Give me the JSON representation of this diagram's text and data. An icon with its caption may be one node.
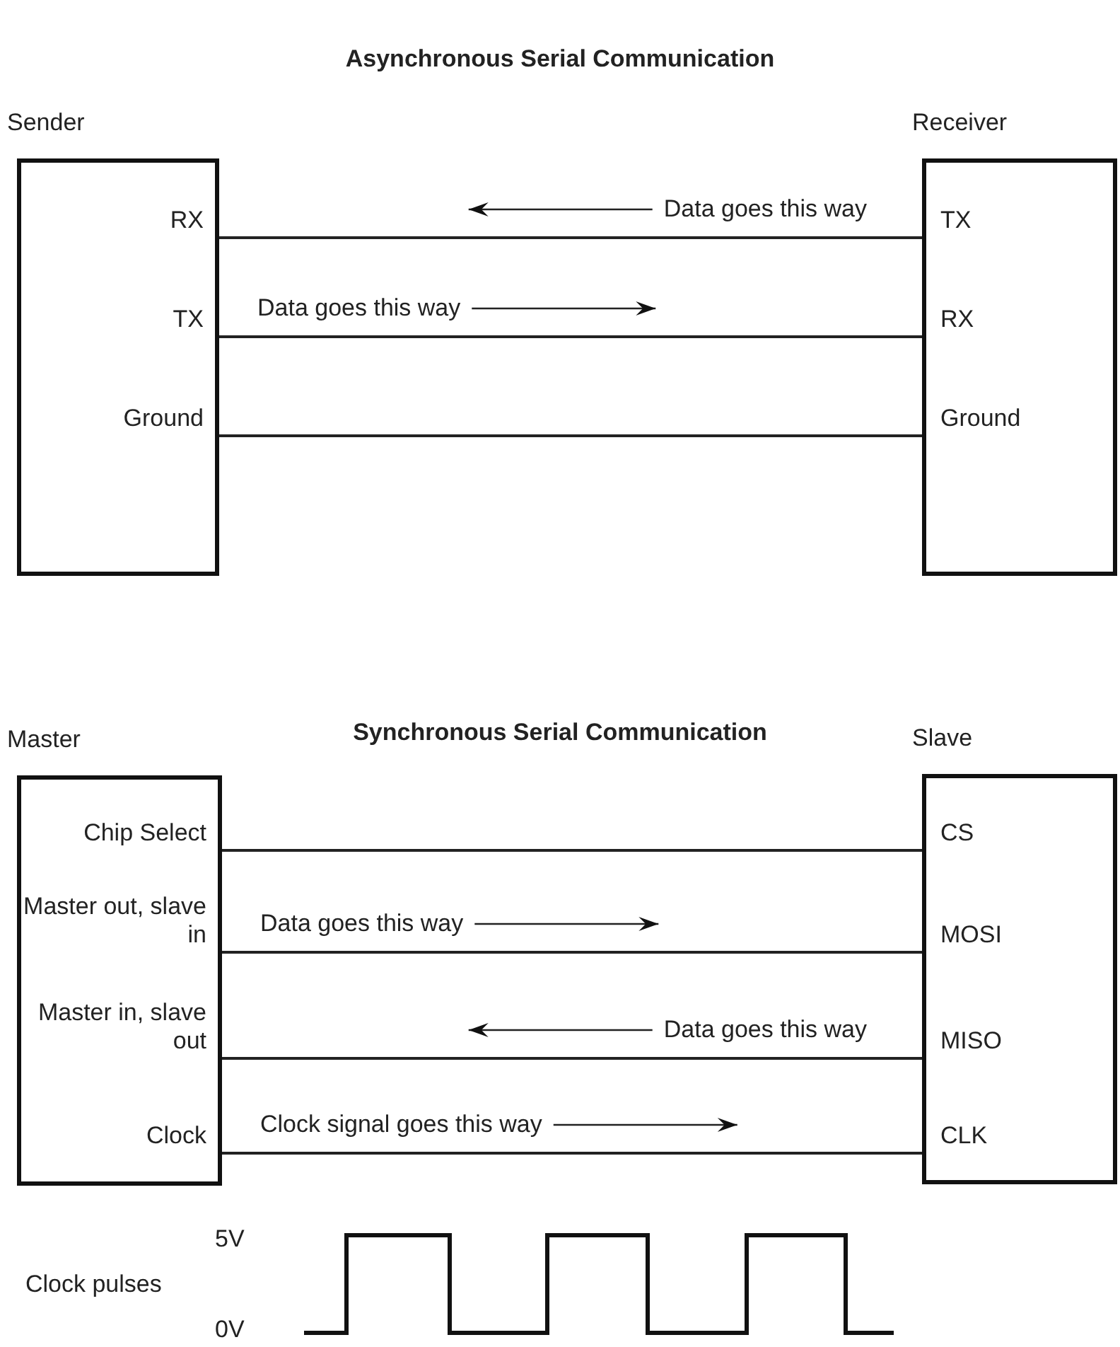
{
  "diagram": {
    "nodes": [
      {
        "text": [
          "Sender"
        ]
      },
      {
        "text": [
          "RX"
        ],
        "in": 0
      },
      {
        "text": [
          "TX"
        ],
        "in": 0
      },
      {
        "text": [
          "Ground"
        ],
        "in": 0
      },
      {
        "text": [
          "Receiver"
        ]
      },
      {
        "text": [
          "TX"
        ],
        "in": 4
      },
      {
        "text": [
          "RX"
        ],
        "in": 4
      },
      {
        "text": [
          "Ground"
        ],
        "in": 4
      },
      {
        "text": [
          "Master"
        ]
      },
      {
        "text": [
          "Chip Select"
        ],
        "in": 8
      },
      {
        "text": [
          "Master out, slave in"
        ],
        "in": 8
      },
      {
        "text": [
          "Master in, slave out"
        ],
        "in": 8
      },
      {
        "text": [
          "Clock"
        ],
        "in": 8
      },
      {
        "text": [
          "Slave"
        ]
      },
      {
        "text": [
          "CS"
        ],
        "in": 13
      },
      {
        "text": [
          "MOSI"
        ],
        "in": 13
      },
      {
        "text": [
          "MISO"
        ],
        "in": 13
      },
      {
        "text": [
          "CLK"
        ],
        "in": 13
      }
    ],
    "edges": [
      {
        "from": 5,
        "to": 1,
        "label": "Data goes this way",
        "arrow": "none"
      },
      {
        "from": 2,
        "to": 6,
        "label": "Data goes this way",
        "arrow": "none"
      },
      {
        "from": 3,
        "to": 7,
        "arrow": "none"
      },
      {
        "from": 9,
        "to": 14,
        "arrow": "none"
      },
      {
        "from": 10,
        "to": 15,
        "label": "Data goes this way",
        "arrow": "none"
      },
      {
        "from": 16,
        "to": 11,
        "label": "Data goes this way",
        "arrow": "none"
      },
      {
        "from": 12,
        "to": 17,
        "label": "Clock signal goes this way",
        "arrow": "none"
      }
    ],
    "labels": [
      "Asynchronous Serial Communication",
      "Synchronous Serial Communication",
      "5V",
      "Clock pulses",
      "0V"
    ]
  }
}
